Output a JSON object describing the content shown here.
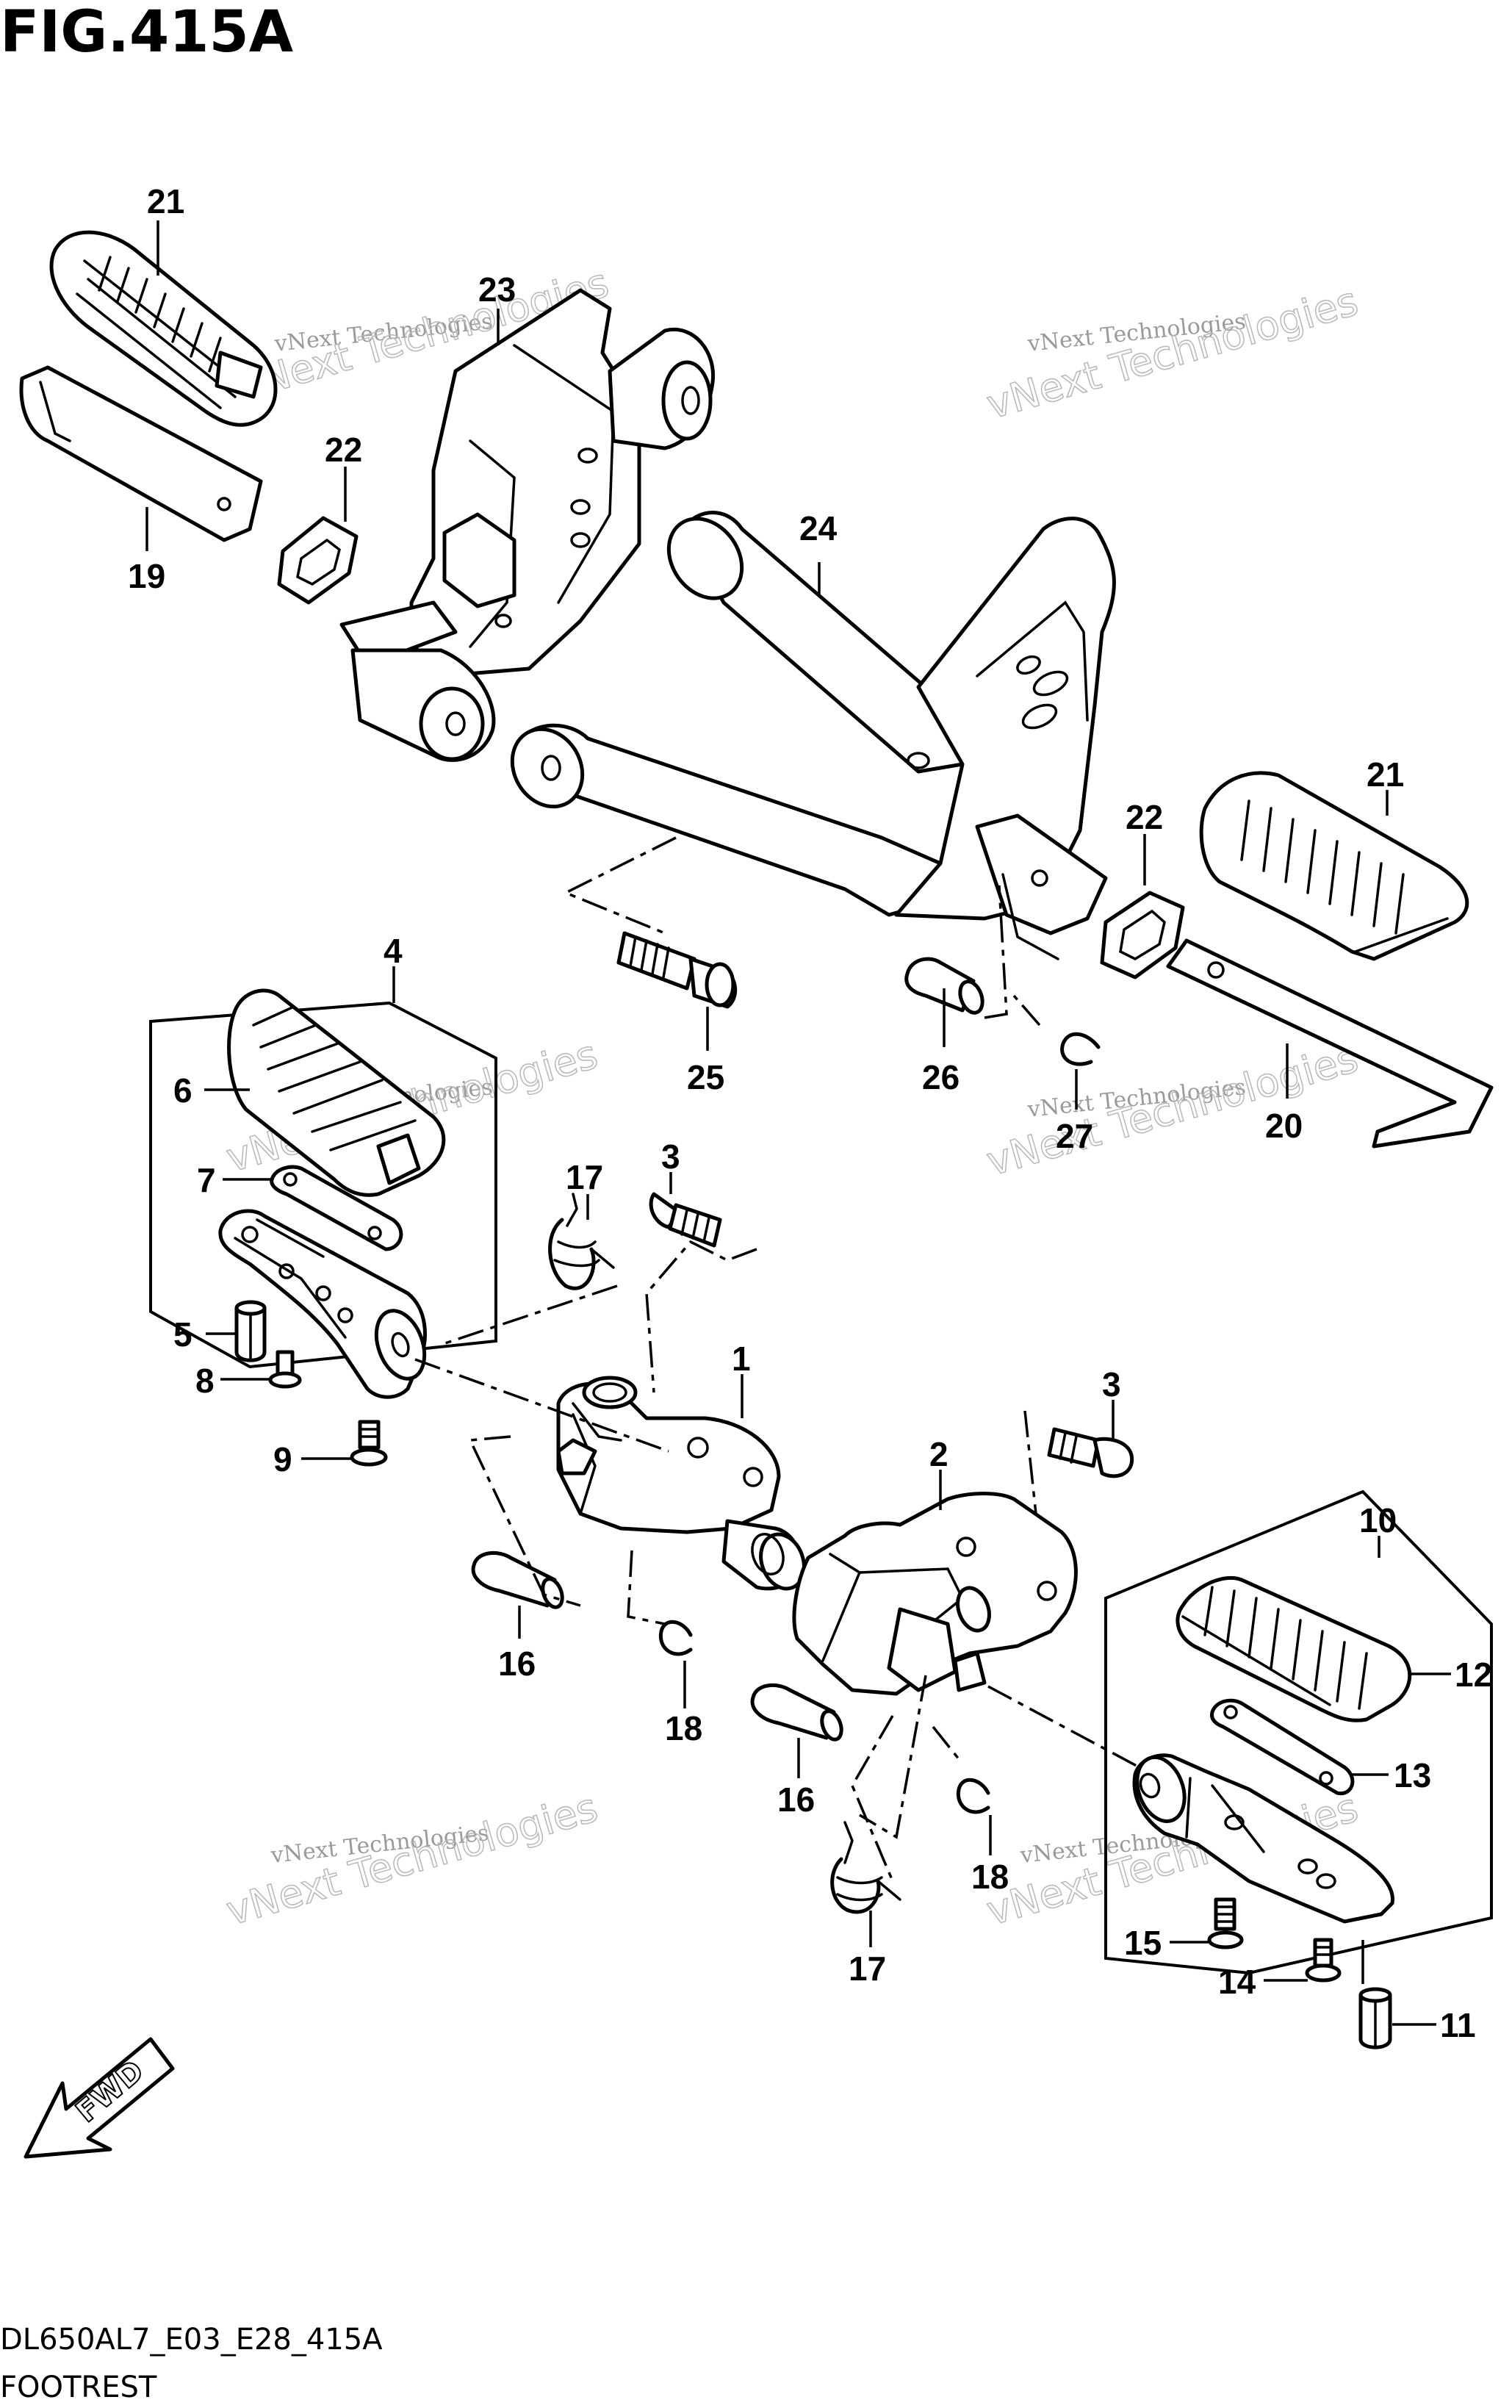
{
  "figure": {
    "title": "FIG.415A",
    "model_code": "DL650AL7_E03_E28_415A",
    "name": "FOOTREST"
  },
  "direction_marker": {
    "label": "FWD",
    "icon": "fwd-arrow-icon"
  },
  "watermarks": [
    {
      "line1": "vNext Technologies",
      "line2": "vNext Technologies"
    },
    {
      "line1": "vNext Technologies",
      "line2": "vNext Technologies"
    },
    {
      "line1": "vNext Technologies",
      "line2": "vNext Technologies"
    },
    {
      "line1": "vNext Technologies",
      "line2": "vNext Technologies"
    },
    {
      "line1": "vNext Technologies",
      "line2": "vNext Technologies"
    },
    {
      "line1": "vNext Technologies",
      "line2": "vNext Technologies"
    }
  ],
  "callouts": [
    "21",
    "23",
    "22",
    "19",
    "24",
    "21",
    "22",
    "25",
    "26",
    "27",
    "20",
    "4",
    "6",
    "3",
    "7",
    "17",
    "5",
    "8",
    "9",
    "1",
    "3",
    "2",
    "10",
    "16",
    "18",
    "12",
    "13",
    "16",
    "18",
    "17",
    "15",
    "14",
    "11"
  ]
}
